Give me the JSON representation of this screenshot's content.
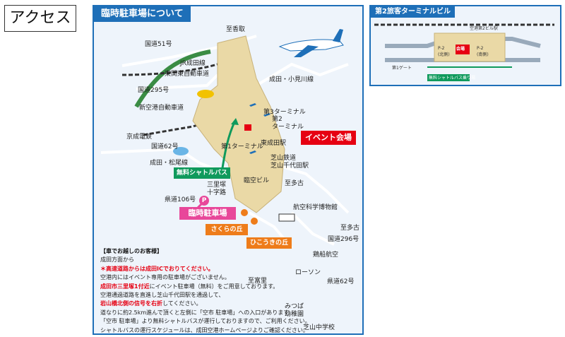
{
  "page_title": "アクセス",
  "main_panel": {
    "title": "臨時駐車場について",
    "labels": {
      "shikaka": "至香取",
      "route51": "国道51号",
      "jr_narita": "JR成田線",
      "higashi_kanto": "東関東自動車道",
      "route295": "国道295号",
      "shin_kuko": "新空港自動車道",
      "keisei": "京成電鉄",
      "route62_left": "国道62号",
      "narita_matsuo": "成田・松尾線",
      "kendo106": "県道106号",
      "sanrizuka": "三里塚\n十字路",
      "terminal3": "第3ターミナル",
      "terminal2": "第2\nターミナル",
      "terminal1": "第1ターミナル",
      "higashi_narita": "東成田駅",
      "shibayama_rail": "芝山鉄道\n芝山千代田駅",
      "rinku": "臨空ビル",
      "tatako_east": "至多古",
      "museum": "航空科学博物館",
      "tatako_south": "至多古",
      "route296": "国道296号",
      "kohuku": "鶏船航空",
      "lawson": "ローソン",
      "route62_right": "県道62号",
      "tomisato": "至富里",
      "narita_obata": "成田・小見川線",
      "mitsuba": "みつば\n幼稚園",
      "shibayama_jhs": "芝山中学校"
    },
    "badges": {
      "event": "イベント会場",
      "shuttle": "無料シャトルバス",
      "temp_parking": "臨時駐車場",
      "sakura": "さくらの丘",
      "hikouki": "ひこうきの丘",
      "parking_mark": "P"
    },
    "notes": {
      "head": "【車でお越しのお客様】",
      "lines": [
        {
          "text": "成田方面から",
          "red": false
        },
        {
          "text": "＊高速道路からは成田ICでおりてください。",
          "red": true
        },
        {
          "text": "空港内にはイベント専用の駐車場がございません。",
          "red": false
        },
        {
          "text": "成田市三里塚1付近にイベント駐車場（無料）をご用意しております。",
          "red": false,
          "red_prefix": "成田市三里塚1付近"
        },
        {
          "text": "空港通過道路を直進し芝山千代田駅を通過して、",
          "red": false
        },
        {
          "text": "岩山橋北側の信号を右折してください。",
          "red": false,
          "red_prefix": "岩山橋北側の信号を右折"
        },
        {
          "text": "道なりに約2.5km進んで頂くと左側に「空市 駐車場」への入口があります。",
          "red": false
        },
        {
          "text": "「空市 駐車場」より無料シャトルバスが運行しておりますので、ご利用ください。",
          "red": false
        },
        {
          "text": "シャトルバスの運行スケジュールは、成田空港ホームページよりご確認ください。",
          "red": false
        }
      ]
    }
  },
  "inset_panel": {
    "title": "第2旅客ターミナルビル",
    "labels": {
      "station": "空港第2ビル駅",
      "venue": "会場",
      "north": "P-2\n(北側)",
      "south": "P-2\n(南側)",
      "shuttle_stop": "無料シャトルバス乗り場",
      "gate": "第1ゲート"
    }
  },
  "colors": {
    "panel_border": "#1e6fb8",
    "event_red": "#e60012",
    "shuttle_green": "#0f9a5c",
    "parking_pink": "#e8479a",
    "hill_orange": "#ee7c1a",
    "airport_beige": "#ead9a6"
  }
}
